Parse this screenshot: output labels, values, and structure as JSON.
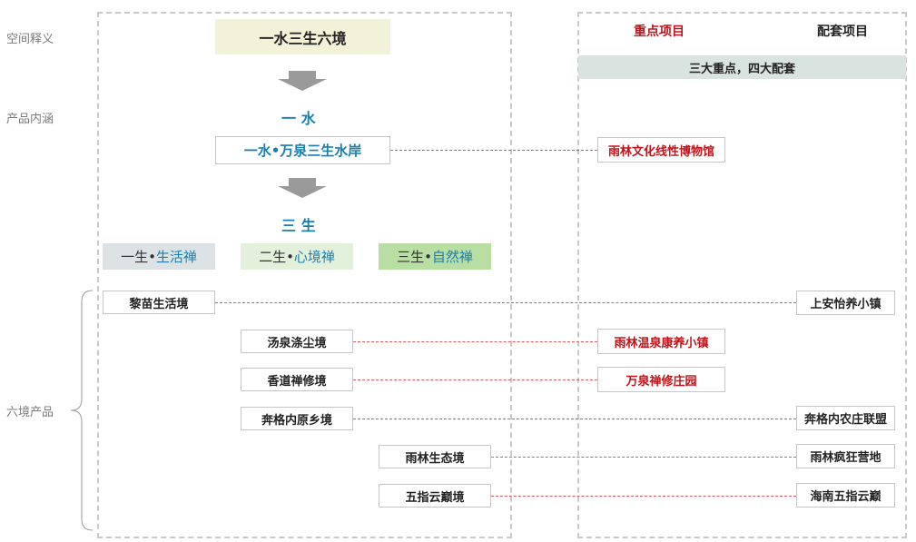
{
  "rows": {
    "space": "空间释义",
    "content": "产品内涵",
    "six": "六境产品"
  },
  "headers": {
    "key": "重点项目",
    "support": "配套项目",
    "banner": "三大重点，四大配套"
  },
  "center": {
    "top_title": "一水三生六境",
    "one_water": "一 水",
    "water_box": "一水•万泉三生水岸",
    "three_life": "三 生"
  },
  "lives": [
    {
      "prefix": "一生•",
      "name": "生活禅"
    },
    {
      "prefix": "二生•",
      "name": "心境禅"
    },
    {
      "prefix": "三生•",
      "name": "自然禅"
    }
  ],
  "realms": [
    "黎苗生活境",
    "汤泉涤尘境",
    "香道禅修境",
    "奔格内原乡境",
    "雨林生态境",
    "五指云巅境"
  ],
  "key_projects": [
    "雨林文化线性博物馆",
    "雨林温泉康养小镇",
    "万泉禅修庄园"
  ],
  "support_projects": [
    "上安怡养小镇",
    "奔格内农庄联盟",
    "雨林疯狂营地",
    "海南五指云巅"
  ],
  "colors": {
    "title_bg": "#f2f2d9",
    "banner_bg": "#d9e3df",
    "life1_bg": "#dde3e4",
    "life2_bg": "#e3f0dc",
    "life3_bg": "#b9dea4",
    "accent_red": "#c0141c",
    "accent_blue": "#1a7fb0"
  }
}
